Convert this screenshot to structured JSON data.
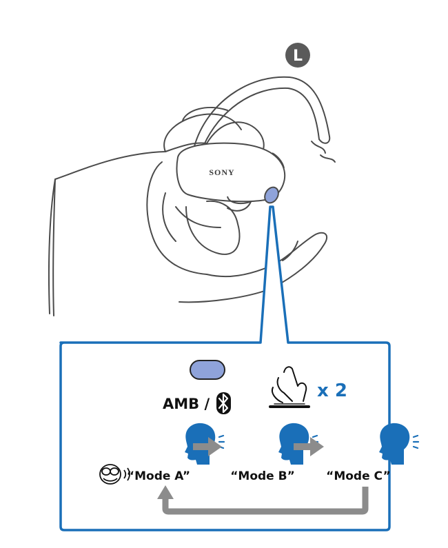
{
  "side_badge": "L",
  "brand": "SONY",
  "button_label": "AMB /",
  "press_count": "x 2",
  "modes": [
    {
      "label": "“Mode A”"
    },
    {
      "label": "“Mode B”"
    },
    {
      "label": "“Mode C”"
    }
  ],
  "colors": {
    "accent_blue": "#1a6fb8",
    "button_fill": "#8fa3da",
    "arrow_gray": "#8c8c8c",
    "line": "#4a4a4a"
  },
  "icons": [
    "bluetooth-icon",
    "finger-press-icon",
    "voice-guidance-icon",
    "speaking-head-icon"
  ]
}
